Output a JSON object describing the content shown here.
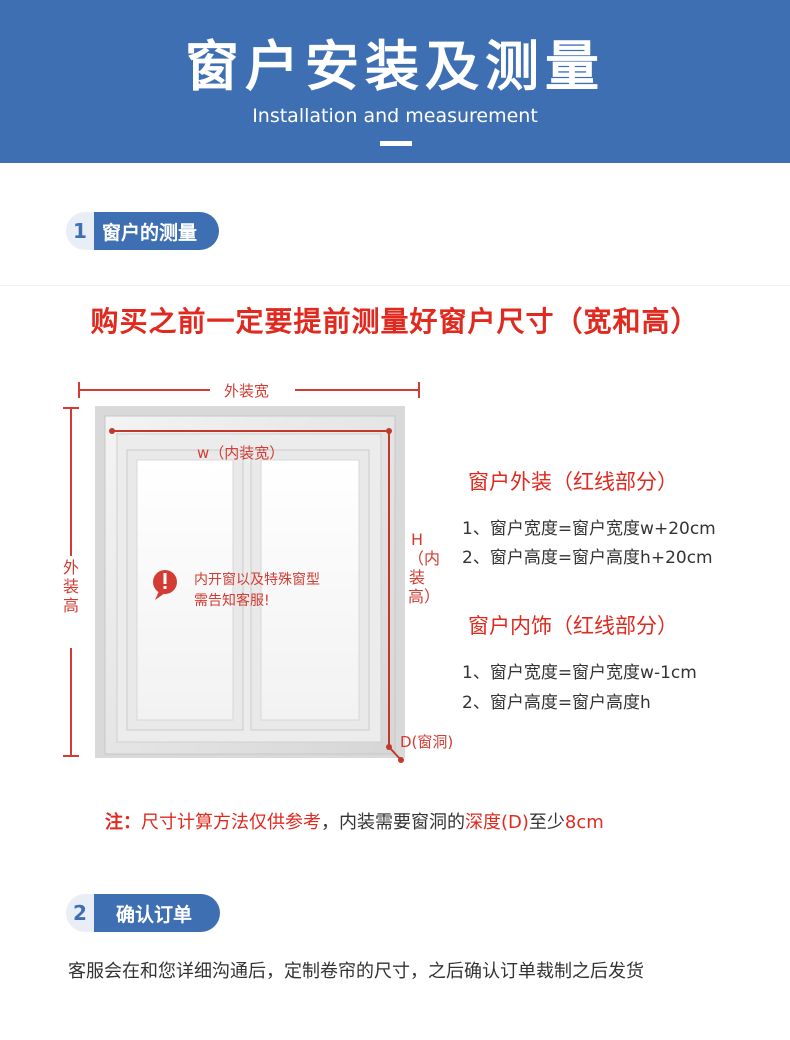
{
  "header": {
    "title": "窗户安装及测量",
    "subtitle": "Installation and measurement"
  },
  "section1": {
    "number": "1",
    "label": "窗户的测量"
  },
  "red_title": "购买之前一定要提前测量好窗户尺寸（宽和高）",
  "diagram": {
    "outer_width": "外装宽",
    "inner_width": "w（内装宽）",
    "outer_height": "外装高",
    "inner_height": "H（内装高）",
    "depth": "D(窗洞)",
    "warning_line1": "内开窗以及特殊窗型",
    "warning_line2": "需告知客服!"
  },
  "outer_install": {
    "heading": "窗户外装（红线部分）",
    "line1": "1、窗户宽度=窗户宽度w+20cm",
    "line2": "2、窗户高度=窗户高度h+20cm"
  },
  "inner_install": {
    "heading": "窗户内饰（红线部分）",
    "line1": "1、窗户宽度=窗户宽度w-1cm",
    "line2": "2、窗户高度=窗户高度h"
  },
  "note": {
    "prefix": "注：",
    "part1": "尺寸计算方法仅供参考",
    "part2": "，内装需要窗洞的",
    "part3": "深度(D)",
    "part4": "至少",
    "part5": "8cm"
  },
  "section2": {
    "number": "2",
    "label": "确认订单"
  },
  "bottom_text": "客服会在和您详细沟通后，定制卷帘的尺寸，之后确认订单裁制之后发货",
  "colors": {
    "brand_blue": "#3f6fb3",
    "accent_red": "#e02a20"
  }
}
